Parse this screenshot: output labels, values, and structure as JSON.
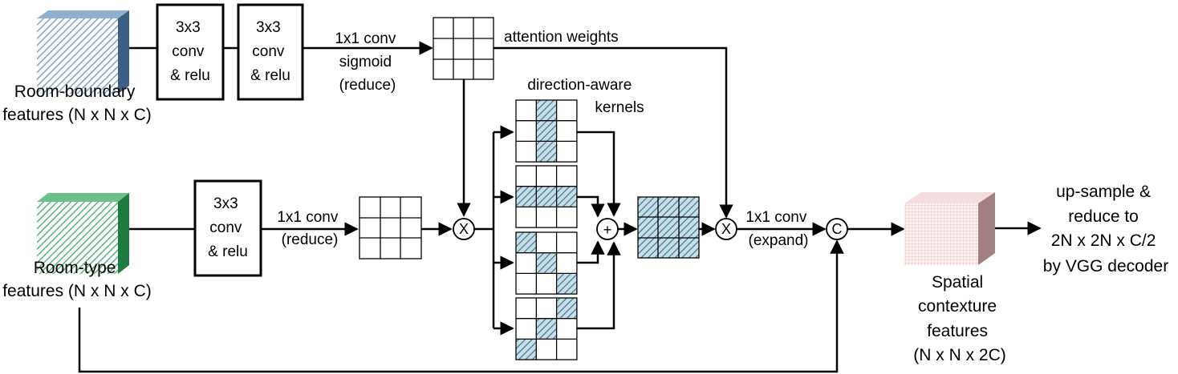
{
  "inputs": {
    "boundary": [
      "Room-boundary",
      "features (N x N x C)"
    ],
    "type": [
      "Room-type",
      "features (N x N x C)"
    ]
  },
  "conv_blocks": {
    "top1": [
      "3x3",
      "conv",
      "& relu"
    ],
    "top2": [
      "3x3",
      "conv",
      "& relu"
    ],
    "bottom": [
      "3x3",
      "conv",
      "& relu"
    ]
  },
  "labels": {
    "top_reduce": [
      "1x1 conv",
      "sigmoid",
      "(reduce)"
    ],
    "bottom_reduce": [
      "1x1 conv",
      "(reduce)"
    ],
    "attention": "attention weights",
    "kernels": [
      "direction-aware",
      "kernels"
    ],
    "expand": [
      "1x1 conv",
      "(expand)"
    ],
    "output": [
      "Spatial",
      "contexture",
      "features",
      "(N x N x 2C)"
    ],
    "decoder": [
      "up-sample &",
      "reduce to",
      "2N x 2N x C/2",
      "by VGG decoder"
    ]
  },
  "operators": {
    "multiply": "X",
    "add": "+",
    "concat": "C"
  },
  "colors": {
    "boundary_cube": "#4a6f96",
    "type_cube": "#1e7a3e",
    "hatch": "#2e7187",
    "hatch_fill": "#c9dde6",
    "output_cube": "#a27f80"
  }
}
